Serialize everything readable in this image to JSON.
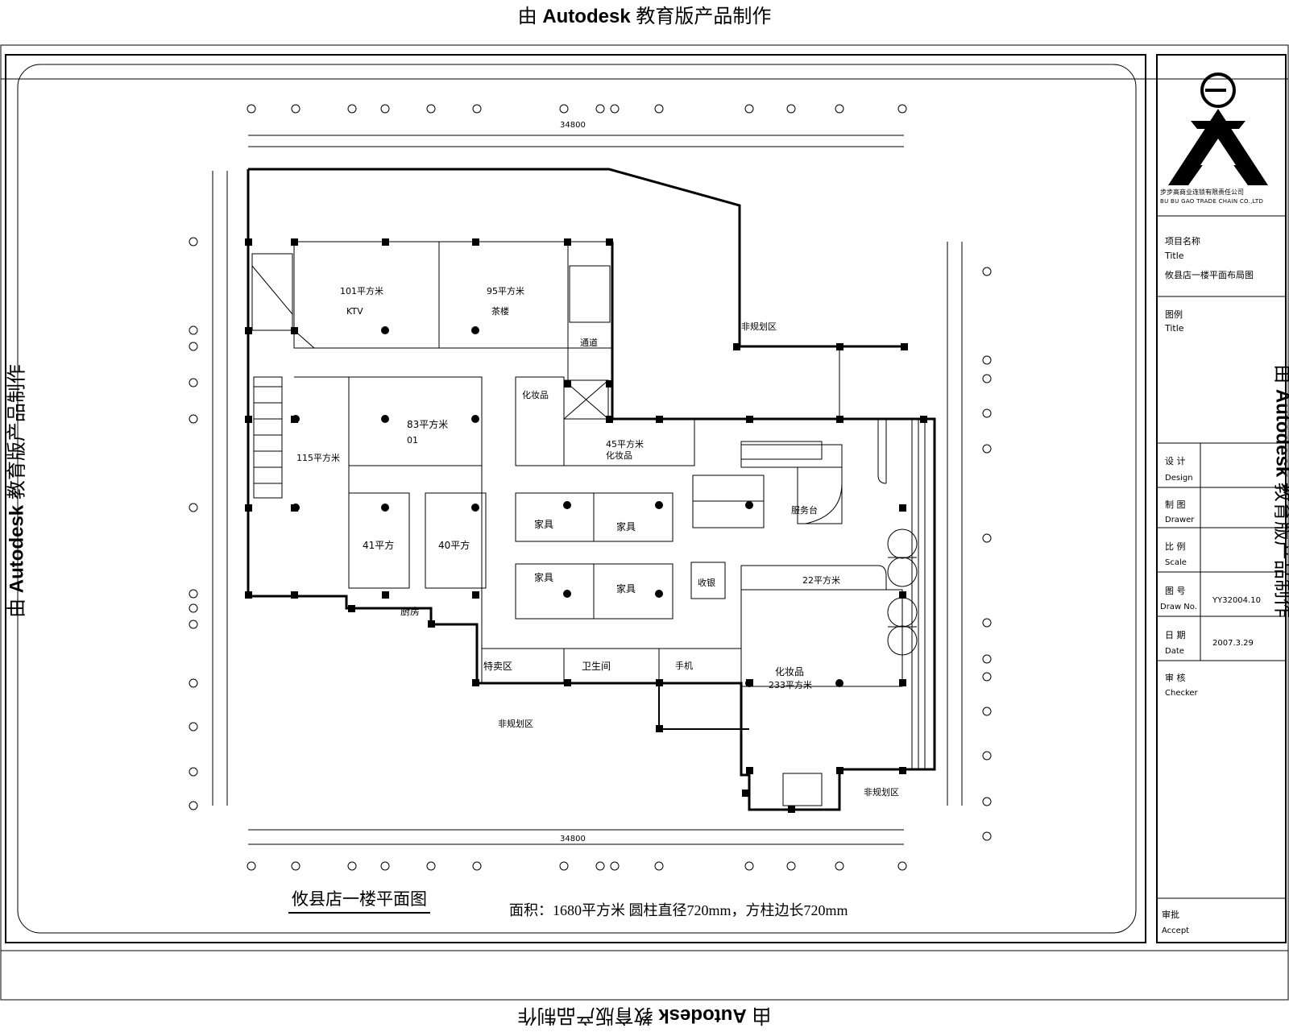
{
  "watermark": {
    "prefix": "由",
    "brand": "Autodesk",
    "suffix": "教育版产品制作"
  },
  "plan": {
    "title": "攸县店一楼平面图",
    "note": "面积：1680平方米    圆柱直径720mm，方柱边长720mm",
    "overall_dimension": "34800",
    "zones": {
      "non_plan_top": "非规划区",
      "non_plan_bottom": "非规划区",
      "non_plan_right": "非规划区"
    },
    "rooms": [
      {
        "name": "101平方米",
        "sub": "KTV"
      },
      {
        "name": "95平方米",
        "sub": "茶楼"
      },
      {
        "name": "83平方米",
        "sub": "01"
      },
      {
        "name": "115平方米",
        "sub": ""
      },
      {
        "name": "41平方",
        "sub": ""
      },
      {
        "name": "40平方",
        "sub": ""
      },
      {
        "name": "厨房",
        "sub": ""
      },
      {
        "name": "化妆品",
        "sub": ""
      },
      {
        "name": "45平方米",
        "sub": "化妆品"
      },
      {
        "name": "家具",
        "sub": ""
      },
      {
        "name": "家具",
        "sub": ""
      },
      {
        "name": "家具",
        "sub": ""
      },
      {
        "name": "家具",
        "sub": ""
      },
      {
        "name": "收银",
        "sub": ""
      },
      {
        "name": "服务台",
        "sub": ""
      },
      {
        "name": "22平方米",
        "sub": ""
      },
      {
        "name": "特卖区",
        "sub": ""
      },
      {
        "name": "卫生间",
        "sub": ""
      },
      {
        "name": "手机",
        "sub": ""
      },
      {
        "name": "化妆品",
        "sub": "233平方米"
      },
      {
        "name": "通道",
        "sub": ""
      }
    ]
  },
  "title_block": {
    "company": "步步高商业连锁有限责任公司",
    "company_en": "BU BU GAO TRADE CHAIN CO.,LTD",
    "project_label_cn": "项目名称",
    "project_label_en": "Title",
    "project_value": "攸县店一楼平面布局图",
    "legend_label_cn": "图例",
    "legend_label_en": "Title",
    "design_label_cn": "设  计",
    "design_label_en": "Design",
    "drawer_label_cn": "制  图",
    "drawer_label_en": "Drawer",
    "scale_label_cn": "比  例",
    "scale_label_en": "Scale",
    "drawno_label_cn": "图  号",
    "drawno_label_en": "Draw No.",
    "drawno_value": "YY32004.10",
    "date_label_cn": "日  期",
    "date_label_en": "Date",
    "date_value": "2007.3.29",
    "checker_label_cn": "审  核",
    "checker_label_en": "Checker",
    "accept_label_cn": "审批",
    "accept_label_en": "Accept"
  },
  "colors": {
    "line": "#000000",
    "background": "#ffffff"
  }
}
